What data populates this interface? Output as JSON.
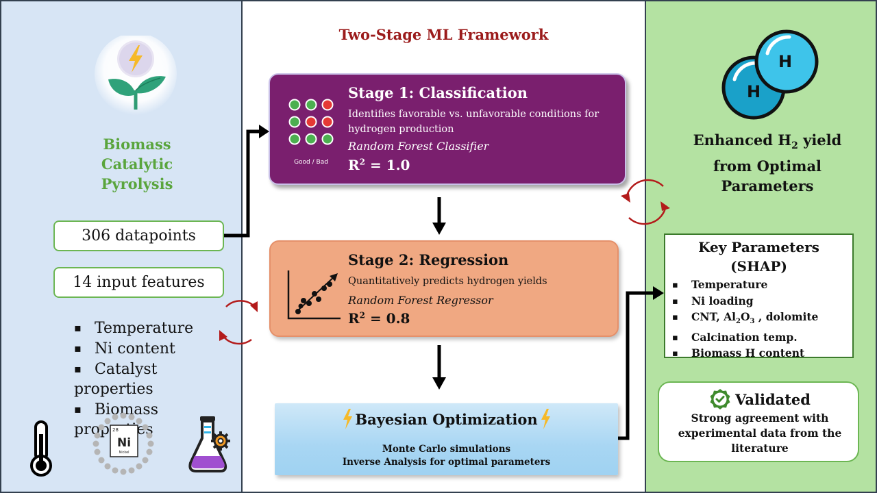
{
  "left": {
    "title_lines": [
      "Biomass",
      "Catalytic",
      "Pyrolysis"
    ],
    "datapoints_label": "306 datapoints",
    "features_label": "14 input features",
    "bullets": [
      "Temperature",
      "Ni content",
      "Catalyst properties",
      "Biomass properties"
    ],
    "ni_tile": {
      "number": "28",
      "symbol": "Ni",
      "name": "Nickel"
    }
  },
  "framework": {
    "title": "Two-Stage ML Framework",
    "stage1": {
      "title": "Stage 1: Classification",
      "desc_lines": [
        "Identifies favorable vs. unfavorable conditions for",
        "hydrogen production"
      ],
      "model": "Random Forest Classifier",
      "score_prefix": "R",
      "score_sup": "2",
      "score_suffix": " = 1.0",
      "icon_caption": "Good / Bad"
    },
    "stage2": {
      "title": "Stage 2: Regression",
      "desc": "Quantitatively predicts hydrogen yields",
      "model": "Random Forest Regressor",
      "score_prefix": "R",
      "score_sup": "2",
      "score_suffix": " = 0.8"
    },
    "bayes": {
      "title": "Bayesian Optimization",
      "lines": [
        "Monte Carlo simulations",
        "Inverse Analysis for optimal parameters"
      ]
    }
  },
  "right": {
    "result": {
      "line1_prefix": "Enhanced H",
      "line1_sub": "2",
      "line1_suffix": " yield",
      "line2": "from Optimal",
      "line3": "Parameters"
    },
    "molecule_letter": "H",
    "key": {
      "title_lines": [
        "Key Parameters",
        "(SHAP)"
      ],
      "items": {
        "temperature": "Temperature",
        "ni_loading": "Ni loading",
        "cnt_prefix": "CNT, Al",
        "cnt_sub1": "2",
        "cnt_mid": "O",
        "cnt_sub2": "3",
        "cnt_suffix": " , dolomite",
        "calcination": "Calcination temp.",
        "biomass_h": "Biomass H content"
      }
    },
    "validated": {
      "title": "Validated",
      "desc_lines": [
        "Strong agreement with",
        "experimental data from the",
        "literature"
      ]
    }
  },
  "colors": {
    "left_bg": "#d7e5f5",
    "right_bg": "#b4e2a2",
    "stage1": "#7a1f6e",
    "stage2": "#f0a882",
    "accent_title": "#9b1b1b",
    "green_text": "#5aa53d"
  }
}
